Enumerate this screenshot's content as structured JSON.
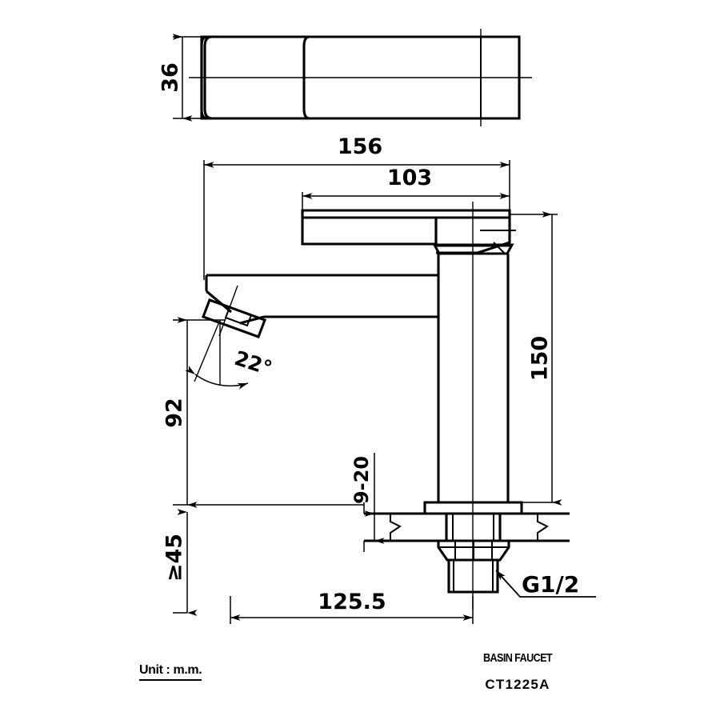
{
  "sheet": {
    "unit_label": "Unit : m.m.",
    "title": "BASIN FAUCET",
    "model_code": "CT1225A",
    "line_color": "#000000",
    "background_color": "#ffffff"
  },
  "drawing": {
    "type": "technical-dimension-drawing",
    "product": "BASIN FAUCET",
    "unit": "m.m.",
    "views": [
      {
        "name": "top-view",
        "label": ""
      },
      {
        "name": "front-elevation-view",
        "label": ""
      }
    ]
  },
  "dimensions": {
    "top_view_height": "36",
    "overall_length": "156",
    "spout_reach": "103",
    "spout_height": "92",
    "body_height": "150",
    "clearance_below": "≥45",
    "deck_thickness": "9-20",
    "base_offset": "125.5",
    "aerator_angle": "22°",
    "thread_size": "G1/2"
  }
}
